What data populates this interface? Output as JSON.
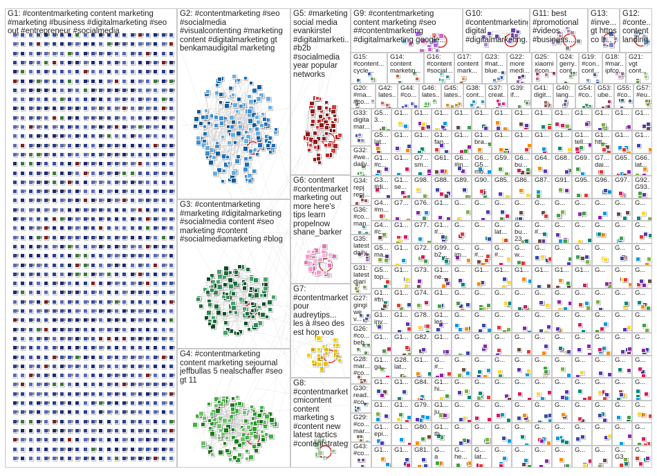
{
  "groups": [
    {
      "id": "G1",
      "label": "G1: #contentmarketing content marketing #marketing #business #digitalmarketing #seo out #entrepreneur #socialmedia",
      "size": "big",
      "palette": [
        "#1e2a6e",
        "#2c3e8c",
        "#3a4fa0",
        "#5a6ab8",
        "#7c2020",
        "#3a7a3a"
      ],
      "density": 1.0,
      "layout": "grid"
    },
    {
      "id": "G2",
      "label": "G2: #contentmarketing #seo #socialmedia #visualcontenting #marketing content #digitalmarketing gt benkamaudigital marketing",
      "size": "big",
      "palette": [
        "#1f6fb5",
        "#3d8fd1",
        "#145a99",
        "#6aaee0"
      ],
      "density": 0.8,
      "layout": "cluster"
    },
    {
      "id": "G3",
      "label": "G3: #contentmarketing #marketing #digitalmarketing #socialmedia content #seo marketing #content #socialmediamarketing #blog",
      "size": "big",
      "palette": [
        "#1d6b3a",
        "#2e8b57",
        "#0f4d28",
        "#4aa36c"
      ],
      "density": 0.8,
      "layout": "cluster"
    },
    {
      "id": "G4",
      "label": "G4: #contentmarketing content marketing sejournal jeffbullas 5 nealschaffer #seo gt 11",
      "size": "big",
      "palette": [
        "#2e9e2e",
        "#43b043",
        "#1c7a1c",
        "#6cc46c"
      ],
      "density": 0.8,
      "layout": "cluster"
    },
    {
      "id": "G5",
      "label": "G5: #marketing social media evankirstel #digitalmarketi... #b2b #socialmedia year popular networks",
      "size": "big",
      "palette": [
        "#b22222",
        "#8b1a1a",
        "#d04040"
      ],
      "density": 0.8,
      "layout": "cluster"
    },
    {
      "id": "G6",
      "label": "G6: content #contentmarket... marketing out more here's tips learn propelnow shane_barker",
      "size": "big",
      "palette": [
        "#ff99cc",
        "#ffb3d9",
        "#e377b5"
      ],
      "density": 0.5,
      "layout": "cluster"
    },
    {
      "id": "G7",
      "label": "G7: #contentmarket... pour audreytips... les à #seo des est hop vos",
      "size": "big",
      "palette": [
        "#e6c200",
        "#f0d400",
        "#d4a800"
      ],
      "density": 0.5,
      "layout": "cluster"
    },
    {
      "id": "G8",
      "label": "G8: #contentmarket... cmicontent content marketing s #content new latest tactics #contentstrategy",
      "size": "big",
      "palette": [
        "#8fbc8f",
        "#a0c8a0"
      ],
      "density": 0.3,
      "layout": "cluster"
    },
    {
      "id": "G9",
      "label": "G9: #contentmarketing content marketing #seo ##contentmarketing #digitalmarketing google...",
      "size": "big",
      "palette": [
        "#cc66cc",
        "#aa66ee",
        "#66aadd",
        "#ee8888"
      ],
      "density": 0.6,
      "layout": "cluster"
    },
    {
      "id": "G10",
      "label": "G10: #contentmarketing digital #digitalmarketing...",
      "size": "big",
      "palette": [
        "#8866cc",
        "#aa88dd",
        "#6644aa"
      ],
      "density": 0.6,
      "layout": "cluster"
    },
    {
      "id": "G11",
      "label": "G11: best #promotional #videos #business...",
      "size": "big",
      "palette": [
        "#888888",
        "#aa88cc",
        "#cc8888"
      ],
      "density": 0.6,
      "layout": "cluster"
    },
    {
      "id": "G13",
      "label": "G13: #inve... gt https co lt...",
      "size": "big",
      "palette": [
        "#5566aa",
        "#7788cc"
      ],
      "density": 0.6,
      "layout": "cluster"
    },
    {
      "id": "G12",
      "label": "G12: #conte... content landing...",
      "size": "big",
      "palette": [
        "#6699cc",
        "#99bbdd"
      ],
      "density": 0.6,
      "layout": "cluster"
    },
    {
      "id": "G15",
      "label": "G15: #content... cycle...",
      "size": "sm",
      "palette": [
        "#3366cc",
        "#66aa66"
      ]
    },
    {
      "id": "G14",
      "label": "G14: content marketin...",
      "size": "sm",
      "palette": [
        "#cc6633",
        "#669966"
      ]
    },
    {
      "id": "G16",
      "label": "G16: #content... #social...",
      "size": "sm",
      "palette": [
        "#339999",
        "#66cccc"
      ]
    },
    {
      "id": "G17",
      "label": "G17: content mark...",
      "size": "sm",
      "palette": [
        "#996633",
        "#cc9966"
      ]
    },
    {
      "id": "G23",
      "label": "G23: #nat... blue...",
      "size": "sm",
      "palette": [
        "#3366aa",
        "#6699cc"
      ]
    },
    {
      "id": "G22",
      "label": "G22: more medi...",
      "size": "sm",
      "palette": [
        "#664488",
        "#9966bb"
      ]
    },
    {
      "id": "G25",
      "label": "G25: xiaomi #con...",
      "size": "sm",
      "palette": [
        "#aa3366",
        "#cc6699"
      ]
    },
    {
      "id": "G24",
      "label": "G24: gerry... cont...",
      "size": "sm",
      "palette": [
        "#447744",
        "#77aa77"
      ]
    },
    {
      "id": "G19",
      "label": "G19: #con... cont...",
      "size": "sm",
      "palette": [
        "#446699",
        "#7799cc"
      ]
    },
    {
      "id": "G18",
      "label": "G18: #mar... ipfco...",
      "size": "sm",
      "palette": [
        "#996699",
        "#cc99cc"
      ]
    },
    {
      "id": "G21",
      "label": "G21: vgt cont...",
      "size": "sm",
      "palette": [
        "#669944",
        "#99cc77"
      ]
    },
    {
      "id": "G20",
      "label": "G20: #ma... #co...",
      "size": "sm",
      "palette": [
        "#777777",
        "#aaaaaa"
      ]
    },
    {
      "id": "G42",
      "label": "G42: lates...",
      "size": "sm",
      "palette": [
        "#cc6666"
      ]
    },
    {
      "id": "G44",
      "label": "G44: #co...",
      "size": "sm",
      "palette": [
        "#6666cc"
      ]
    },
    {
      "id": "G46",
      "label": "G46: lates...",
      "size": "sm",
      "palette": [
        "#66cc66"
      ]
    },
    {
      "id": "G45",
      "label": "G45: lates...",
      "size": "sm",
      "palette": [
        "#cc9933"
      ]
    },
    {
      "id": "G38",
      "label": "G38: cont...",
      "size": "sm",
      "palette": [
        "#3399cc"
      ]
    },
    {
      "id": "G37",
      "label": "G37: creat...",
      "size": "sm",
      "palette": [
        "#cc3399"
      ]
    },
    {
      "id": "G39",
      "label": "G39: if...",
      "size": "sm",
      "palette": [
        "#669966"
      ]
    },
    {
      "id": "G41",
      "label": "G41: digit...",
      "size": "sm",
      "palette": [
        "#996666"
      ]
    },
    {
      "id": "G40",
      "label": "G40: lang...",
      "size": "sm",
      "palette": [
        "#666699"
      ]
    },
    {
      "id": "G54",
      "label": "G54: #co...",
      "size": "sm",
      "palette": [
        "#339966"
      ]
    },
    {
      "id": "G53",
      "label": "G53: ube...",
      "size": "sm",
      "palette": [
        "#993366"
      ]
    },
    {
      "id": "G55",
      "label": "G55: #co...",
      "size": "sm",
      "palette": [
        "#336699"
      ]
    },
    {
      "id": "G57",
      "label": "G57: #eu...",
      "size": "sm",
      "palette": [
        "#999933"
      ]
    },
    {
      "id": "G33",
      "label": "G33: digital mar...",
      "size": "sm",
      "palette": [
        "#555599",
        "#8888cc"
      ]
    },
    {
      "id": "G32",
      "label": "G32: #we... daily...",
      "size": "sm",
      "palette": [
        "#559955",
        "#88cc88"
      ]
    },
    {
      "id": "G34",
      "label": "G34: repj repj...",
      "size": "sm",
      "palette": [
        "#995555"
      ]
    },
    {
      "id": "G36",
      "label": "G36: #co... man...",
      "size": "sm",
      "palette": [
        "#559999"
      ]
    },
    {
      "id": "G35",
      "label": "G35: latest daily...",
      "size": "sm",
      "palette": [
        "#995599"
      ]
    },
    {
      "id": "G31",
      "label": "G31: latest diari",
      "size": "sm",
      "palette": [
        "#999955"
      ]
    },
    {
      "id": "G27",
      "label": "G27: gingi we v...",
      "size": "sm",
      "palette": [
        "#556699"
      ]
    },
    {
      "id": "G26",
      "label": "G26: #co... beb...",
      "size": "sm",
      "palette": [
        "#669955"
      ]
    },
    {
      "id": "G28",
      "label": "G28: mar... #co...",
      "size": "sm",
      "palette": [
        "#996655"
      ]
    },
    {
      "id": "G30",
      "label": "G30: read... #co...",
      "size": "sm",
      "palette": [
        "#557799"
      ]
    },
    {
      "id": "G29",
      "label": "G29: #co... mar...",
      "size": "sm",
      "palette": [
        "#997755"
      ]
    },
    {
      "id": "G43",
      "label": "G43: #co...",
      "size": "sm",
      "palette": [
        "#775599"
      ]
    },
    {
      "id": "Gx",
      "label": "",
      "size": "grid",
      "palette": [
        "#e53935",
        "#8e24aa",
        "#3949ab",
        "#039be5",
        "#43a047",
        "#fdd835",
        "#fb8c00",
        "#6d4c41",
        "#d81b60",
        "#00897b",
        "#7cb342",
        "#5e35b1"
      ]
    }
  ],
  "grid_labels": [
    [
      "G5... 3...",
      "G1...",
      "G1...",
      "G1...",
      "G1...",
      "G1...",
      "G1...",
      "G1...",
      "G1...",
      "G1...",
      "G1...",
      "G1...",
      "G1...",
      "G1..."
    ],
    [
      "G5... lat...",
      "G1...",
      "G1...",
      "G1... fan...",
      "G1...",
      "G1... bra...",
      "G1...",
      "G1...",
      "G1...",
      "G1...",
      "G1... tell...",
      "G1... htt...",
      "G1...",
      "G1..."
    ],
    [
      "G1... #c...",
      "G1...",
      "G7... sm...",
      "G61...",
      "G6... #in...",
      "G6... G5... mo...",
      "G59...",
      "G6... bu...",
      "G64...",
      "G68...",
      "G69...",
      "G7... dai...",
      "G65...",
      "G66... lat..."
    ],
    [
      "G3... #di...",
      "G1... se...",
      "G98...",
      "G88...",
      "G89...",
      "G90...",
      "G85...",
      "G86...",
      "G87...",
      "G91...",
      "G95...",
      "G96...",
      "G97...",
      "G92... G93..."
    ],
    [
      "G4... #m...",
      "G7...",
      "G76...",
      "G1...",
      "G...",
      "G...",
      "G...",
      "G...",
      "G...",
      "G...",
      "G...",
      "G...",
      "G...",
      "G..."
    ],
    [
      "G4... #c...",
      "G1...",
      "G77...",
      "G1... #...",
      "G...",
      "G...",
      "G... lat...",
      "G... bu... 23...",
      "G... #...",
      "G...",
      "G...",
      "G...",
      "G...",
      "G..."
    ],
    [
      "G5... ma...",
      "G1...",
      "G72...",
      "G99... b2...",
      "G... im...",
      "G... #...",
      "G... #...",
      "G... w...",
      "G...",
      "G...",
      "G...",
      "G...",
      "G...",
      "G..."
    ],
    [
      "G5... top...",
      "G1...",
      "G73...",
      "G1... ne...",
      "G...",
      "G1...",
      "G1...",
      "G1...",
      "G1...",
      "G1...",
      "G1...",
      "G...",
      "G...",
      "G..."
    ],
    [
      "G1... #fri...",
      "G1...",
      "G74...",
      "G1...",
      "G...",
      "G...",
      "G...",
      "G...",
      "G...",
      "G...",
      "G...",
      "G...",
      "G...",
      "G..."
    ],
    [
      "G1... inv...",
      "G1...",
      "G78...",
      "G1... les...",
      "G...",
      "G...",
      "G...",
      "G...",
      "G...",
      "G...",
      "G...",
      "G...",
      "G...",
      "G..."
    ],
    [
      "G1...",
      "G1...",
      "G82...",
      "G1...",
      "G...",
      "G...",
      "G...",
      "G...",
      "G...",
      "G...",
      "G...",
      "G...",
      "G...",
      "G..."
    ],
    [
      "G1... ga...",
      "G28... lat...",
      "G1...",
      "G... #...",
      "G...",
      "G...",
      "G...",
      "G...",
      "G...",
      "G...",
      "G...",
      "G...",
      "G...",
      "G..."
    ],
    [
      "G1...",
      "G1...",
      "G84...",
      "G1... hi...",
      "G...",
      "G...",
      "G...",
      "G...",
      "G...",
      "G...",
      "G...",
      "G...",
      "G...",
      "G..."
    ],
    [
      "G1...",
      "G1...",
      "G79...",
      "G1... ju...",
      "G...",
      "G...",
      "G...",
      "G...",
      "G...",
      "G...",
      "G...",
      "G...",
      "G...",
      "G..."
    ],
    [
      "G1... epi...",
      "G1...",
      "G80...",
      "G1... th...",
      "G...",
      "G...",
      "G...",
      "G...",
      "G...",
      "G...",
      "G...",
      "G...",
      "G...",
      "G..."
    ],
    [
      "G1...",
      "G1...",
      "G81...",
      "G... a",
      "G... he...",
      "G... lat...",
      "G...",
      "G...",
      "G...",
      "G...",
      "G...",
      "G...",
      "G... G3...",
      "G..."
    ]
  ]
}
